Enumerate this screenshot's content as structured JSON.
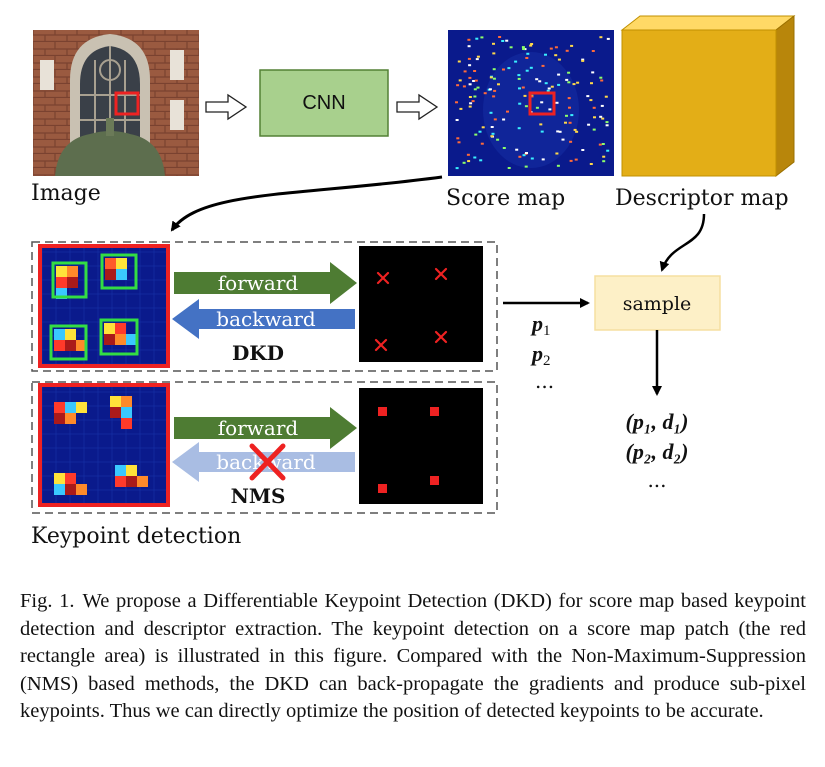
{
  "labels": {
    "image": "Image",
    "cnn": "CNN",
    "score_map": "Score map",
    "descriptor_map": "Descriptor map",
    "forward": "forward",
    "backward": "backward",
    "dkd": "DKD",
    "nms": "NMS",
    "sample": "sample",
    "keypoint_detection": "Keypoint detection"
  },
  "points": {
    "p1_base": "p",
    "p1_sub": "1",
    "p2_base": "p",
    "p2_sub": "2",
    "ellipsis": "..."
  },
  "pairs": {
    "pair1": "(p₁, d₁)",
    "pair2": "(p₂, d₂)",
    "ellipsis": "..."
  },
  "caption": {
    "figure_number": "Fig. 1.",
    "text": "We propose a Differentiable Keypoint Detection (DKD) for score map based keypoint detection and descriptor extraction. The keypoint detection on a score map patch (the red rectangle area) is illustrated in this figure. Compared with the Non-Maximum-Suppression (NMS) based methods, the DKD can back-propagate the gradients and produce sub-pixel keypoints. Thus we can directly optimize the position of detected keypoints to be accurate."
  },
  "colors": {
    "forward_arrow": "#4e7c33",
    "backward_arrow": "#4472c4",
    "backward_arrow_disabled": "#a9bde3",
    "cnn_box": "#a8d08d",
    "sample_box": "#fdf0c7",
    "descriptor_front": "#e3ae17",
    "highlight_red": "#ee2222",
    "window_green": "#33dd44",
    "score_blue": "#0a1a8c"
  }
}
